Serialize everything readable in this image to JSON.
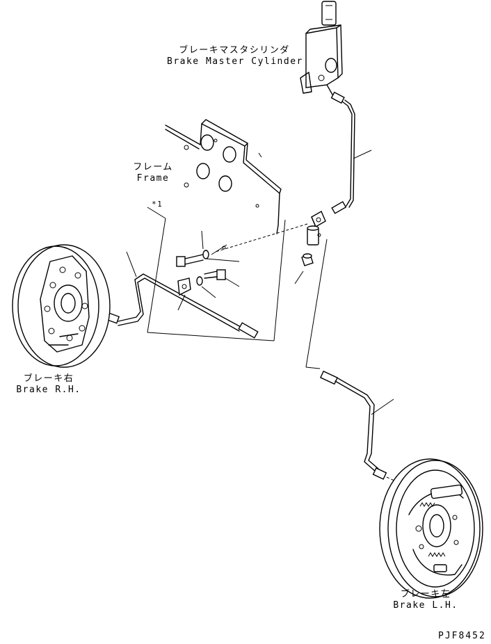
{
  "labels": {
    "master_cylinder_jp": "ブレーキマスタシリンダ",
    "master_cylinder_en": "Brake Master Cylinder",
    "frame_jp": "フレーム",
    "frame_en": "Frame",
    "brake_rh_jp": "ブレーキ右",
    "brake_rh_en": "Brake R.H.",
    "brake_lh_jp": "ブレーキ左",
    "brake_lh_en": "Brake L.H.",
    "callout_a": "*1",
    "drawing_code": "PJF8452"
  }
}
